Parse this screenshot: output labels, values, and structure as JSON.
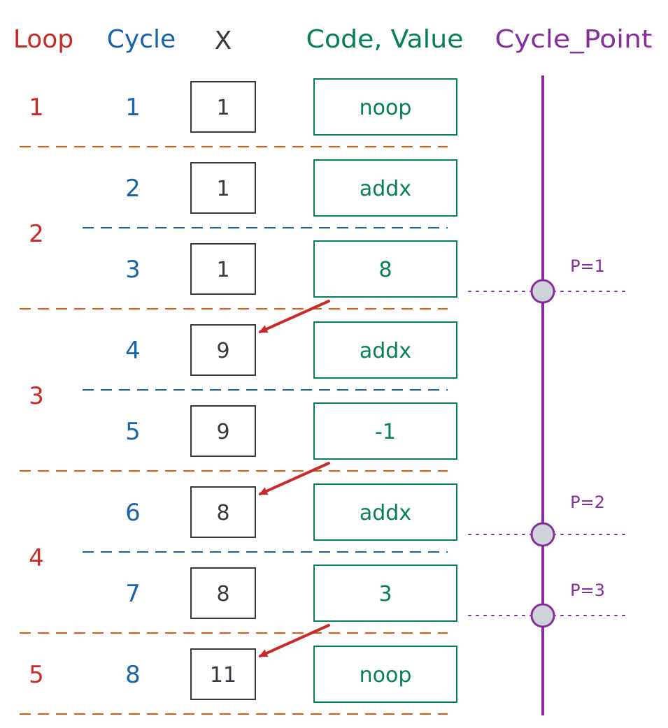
{
  "headers": {
    "loop": "Loop",
    "cycle": "Cycle",
    "x": "X",
    "code_value": "Code, Value",
    "cycle_point": "Cycle_Point"
  },
  "loops": [
    "1",
    "2",
    "3",
    "4",
    "5"
  ],
  "rows": [
    {
      "cycle": "1",
      "x": "1",
      "code": "noop"
    },
    {
      "cycle": "2",
      "x": "1",
      "code": "addx"
    },
    {
      "cycle": "3",
      "x": "1",
      "code": "8"
    },
    {
      "cycle": "4",
      "x": "9",
      "code": "addx"
    },
    {
      "cycle": "5",
      "x": "9",
      "code": "-1"
    },
    {
      "cycle": "6",
      "x": "8",
      "code": "addx"
    },
    {
      "cycle": "7",
      "x": "8",
      "code": "3"
    },
    {
      "cycle": "8",
      "x": "11",
      "code": "noop"
    }
  ],
  "points": [
    {
      "label": "P=1",
      "cycle": 3
    },
    {
      "label": "P=2",
      "cycle": 6
    },
    {
      "label": "P=3",
      "cycle": 7
    }
  ],
  "colors": {
    "loop": "#c92a2a",
    "cycle": "#1864ab",
    "x": "#343a40",
    "code": "#087f5b",
    "point": "#862e9c",
    "loop_divider": "#e8590c",
    "cycle_divider": "#1864ab",
    "arrow": "#c92a2a",
    "point_fill": "#ced4da"
  }
}
